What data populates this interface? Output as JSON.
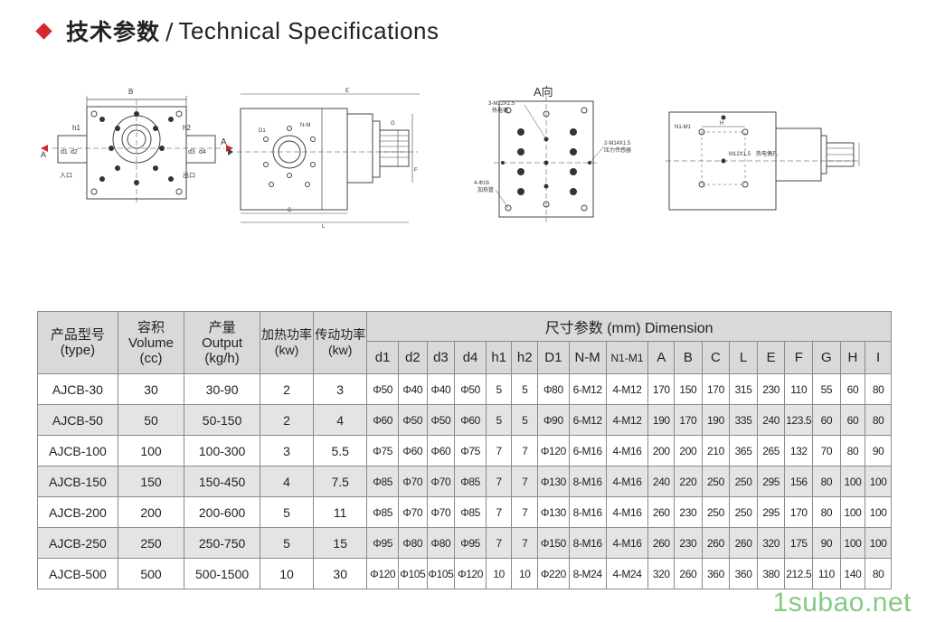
{
  "header": {
    "title_cn": "技术参数",
    "separator": "/",
    "title_en": "Technical Specifications",
    "accent_color": "#d7272d"
  },
  "drawings": {
    "view1": {
      "B": "B",
      "h1": "h1",
      "h2": "h2",
      "d1": "d1",
      "d2": "d2",
      "d3": "d3",
      "d4": "d4",
      "A": "A",
      "inlet": "入口",
      "outlet": "出口"
    },
    "view2": {
      "A": "A",
      "E": "E",
      "D1": "D1",
      "NM": "N-M",
      "G": "G",
      "F": "F",
      "C": "C",
      "L": "L"
    },
    "view3": {
      "title": "A向",
      "note1a": "3-M12X1.5",
      "note1b": "热电偶",
      "note2a": "2-M14X1.5",
      "note2b": "压力传感器",
      "note3a": "4-Φ16",
      "note3b": "加热管"
    },
    "view4": {
      "N1M1": "N1-M1",
      "H": "H",
      "note_a": "M12X1.5",
      "note_b": "热电偶孔"
    }
  },
  "table": {
    "headers": {
      "model": "产品型号\n(type)",
      "volume": "容积\nVolume\n(cc)",
      "output": "产量\nOutput\n(kg/h)",
      "heating": "加热功率\n(kw)",
      "drive": "传动功率\n(kw)",
      "dimension": "尺寸参数 (mm) Dimension"
    },
    "dim_columns": [
      "d1",
      "d2",
      "d3",
      "d4",
      "h1",
      "h2",
      "D1",
      "N-M",
      "N1-M1",
      "A",
      "B",
      "C",
      "L",
      "E",
      "F",
      "G",
      "H",
      "I"
    ],
    "rows": [
      [
        "AJCB-30",
        "30",
        "30-90",
        "2",
        "3",
        "Φ50",
        "Φ40",
        "Φ40",
        "Φ50",
        "5",
        "5",
        "Φ80",
        "6-M12",
        "4-M12",
        "170",
        "150",
        "170",
        "315",
        "230",
        "110",
        "55",
        "60",
        "80"
      ],
      [
        "AJCB-50",
        "50",
        "50-150",
        "2",
        "4",
        "Φ60",
        "Φ50",
        "Φ50",
        "Φ60",
        "5",
        "5",
        "Φ90",
        "6-M12",
        "4-M12",
        "190",
        "170",
        "190",
        "335",
        "240",
        "123.5",
        "60",
        "60",
        "80"
      ],
      [
        "AJCB-100",
        "100",
        "100-300",
        "3",
        "5.5",
        "Φ75",
        "Φ60",
        "Φ60",
        "Φ75",
        "7",
        "7",
        "Φ120",
        "6-M16",
        "4-M16",
        "200",
        "200",
        "210",
        "365",
        "265",
        "132",
        "70",
        "80",
        "90"
      ],
      [
        "AJCB-150",
        "150",
        "150-450",
        "4",
        "7.5",
        "Φ85",
        "Φ70",
        "Φ70",
        "Φ85",
        "7",
        "7",
        "Φ130",
        "8-M16",
        "4-M16",
        "240",
        "220",
        "250",
        "250",
        "295",
        "156",
        "80",
        "100",
        "100"
      ],
      [
        "AJCB-200",
        "200",
        "200-600",
        "5",
        "11",
        "Φ85",
        "Φ70",
        "Φ70",
        "Φ85",
        "7",
        "7",
        "Φ130",
        "8-M16",
        "4-M16",
        "260",
        "230",
        "250",
        "250",
        "295",
        "170",
        "80",
        "100",
        "100"
      ],
      [
        "AJCB-250",
        "250",
        "250-750",
        "5",
        "15",
        "Φ95",
        "Φ80",
        "Φ80",
        "Φ95",
        "7",
        "7",
        "Φ150",
        "8-M16",
        "4-M16",
        "260",
        "230",
        "260",
        "260",
        "320",
        "175",
        "90",
        "100",
        "100"
      ],
      [
        "AJCB-500",
        "500",
        "500-1500",
        "10",
        "30",
        "Φ120",
        "Φ105",
        "Φ105",
        "Φ120",
        "10",
        "10",
        "Φ220",
        "8-M24",
        "4-M24",
        "320",
        "260",
        "360",
        "360",
        "380",
        "212.5",
        "110",
        "140",
        "80"
      ]
    ]
  },
  "watermark": "1subao.net"
}
